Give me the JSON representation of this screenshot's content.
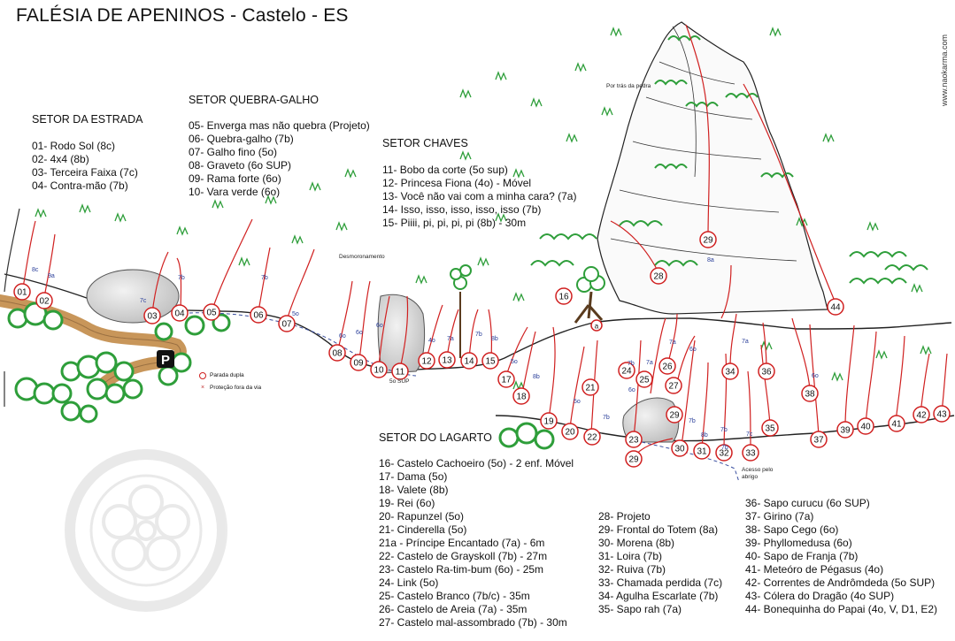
{
  "title": "FALÉSIA DE APENINOS - Castelo - ES",
  "credit": "www.naokarma.com",
  "notes": {
    "desmoronamento": "Desmoronamento",
    "por_tras_da_pedra": "Por trás da pedra",
    "acesso": "Acesso pelo abrigo",
    "grade_5o_sup": "5o SUP"
  },
  "legend": {
    "parada_dupla": "Parada dupla",
    "protecao": "Proteção fora da via",
    "parking": "P"
  },
  "sectors": {
    "estrada": {
      "name": "SETOR DA ESTRADA",
      "routes": [
        "01- Rodo Sol (8c)",
        "02- 4x4 (8b)",
        "03- Terceira Faixa (7c)",
        "04- Contra-mão (7b)"
      ]
    },
    "quebra_galho": {
      "name": "SETOR QUEBRA-GALHO",
      "routes": [
        "05- Enverga mas não quebra (Projeto)",
        "06- Quebra-galho (7b)",
        "07- Galho fino (5o)",
        "08- Graveto (6o SUP)",
        "09- Rama forte (6o)",
        "10- Vara verde (6o)"
      ]
    },
    "chaves": {
      "name": "SETOR CHAVES",
      "routes": [
        "11- Bobo da corte (5o sup)",
        "12- Princesa Fiona (4o) - Móvel",
        "13- Você não vai com a minha cara? (7a)",
        "14- Isso, isso, isso, isso, isso (7b)",
        "15- Piiii, pi, pi, pi, pi (8b) - 30m"
      ]
    },
    "lagarto": {
      "name": "SETOR DO LAGARTO",
      "routes_col1": [
        "16- Castelo Cachoeiro (5o) - 2 enf. Móvel",
        "17- Dama (5o)",
        "18- Valete (8b)",
        "19- Rei (6o)",
        "20- Rapunzel (5o)",
        "21- Cinderella (5o)",
        "21a - Príncipe Encantado (7a) - 6m",
        "22- Castelo de Grayskoll (7b) - 27m",
        "23- Castelo Ra-tim-bum (6o) - 25m",
        "24- Link (5o)",
        "25- Castelo Branco (7b/c) - 35m",
        "26- Castelo de Areia (7a) - 35m",
        "27- Castelo mal-assombrado (7b) - 30m"
      ],
      "routes_col2": [
        "28- Projeto",
        "29- Frontal do Totem (8a)",
        "30- Morena (8b)",
        "31- Loira (7b)",
        "32- Ruiva (7b)",
        "33- Chamada perdida (7c)",
        "34- Agulha Escarlate (7b)",
        "35- Sapo rah (7a)"
      ],
      "routes_col3": [
        "36- Sapo curucu (6o SUP)",
        "37- Girino (7a)",
        "38- Sapo Cego (6o)",
        "39- Phyllomedusa (6o)",
        "40- Sapo de Franja (7b)",
        "41- Meteóro de Pégasus (4o)",
        "42- Correntes de Andrômdeda (5o SUP)",
        "43- Cólera do Dragão (4o SUP)",
        "44- Bonequinha do Papai (4o, V, D1, E2)"
      ]
    }
  },
  "route_markers": [
    "01",
    "02",
    "03",
    "04",
    "05",
    "06",
    "07",
    "08",
    "09",
    "10",
    "11",
    "12",
    "13",
    "14",
    "15",
    "16",
    "17",
    "18",
    "19",
    "20",
    "21",
    "22",
    "23",
    "24",
    "25",
    "26",
    "27",
    "28",
    "29",
    "29",
    "29",
    "30",
    "31",
    "32",
    "33",
    "34",
    "35",
    "36",
    "37",
    "38",
    "39",
    "40",
    "41",
    "42",
    "43",
    "44",
    "a"
  ],
  "grade_labels": [
    "8c",
    "9a",
    "7c",
    "7b",
    "7b",
    "5o",
    "6o",
    "6o",
    "6o",
    "4o",
    "7a",
    "7b",
    "8b",
    "5o",
    "8b",
    "5o",
    "6o",
    "7b",
    "7b",
    "7a",
    "6o",
    "8a",
    "7a",
    "7b",
    "8b",
    "7b",
    "7b",
    "7c",
    "7a",
    "6o"
  ],
  "colors": {
    "route_red": "#d02020",
    "vegetation": "#2e9e3a",
    "trail": "#c8965a",
    "rock_gray": "#cfcfcf",
    "ink": "#111111"
  }
}
